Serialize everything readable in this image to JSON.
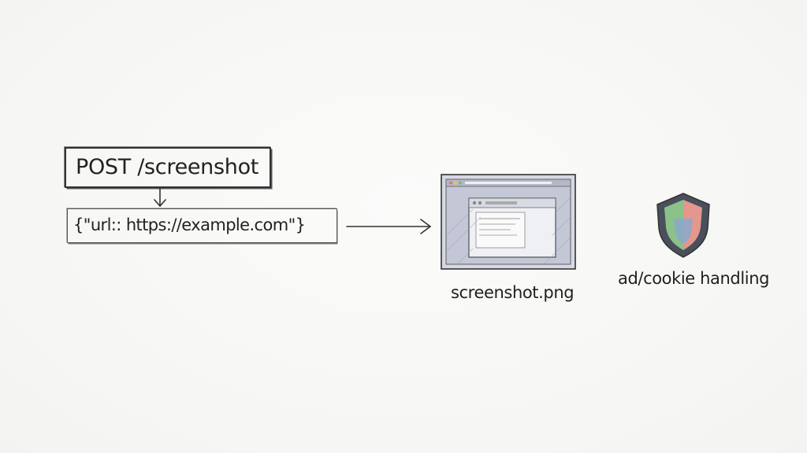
{
  "request": {
    "method_path": "POST /screenshot"
  },
  "payload": {
    "body": "{\"url:: https://example.com\"}"
  },
  "output": {
    "label": "screenshot.png"
  },
  "feature": {
    "label": "ad/cookie handling"
  },
  "icons": {
    "down_arrow": "arrow-down-icon",
    "right_arrow": "arrow-right-icon",
    "screenshot": "browser-window-icon",
    "shield": "shield-icon"
  },
  "colors": {
    "ink": "#222222",
    "window_frame": "#c9ccd8",
    "shield_green": "#8ac28a",
    "shield_red": "#e4978c",
    "shield_blue": "#8aa8cc",
    "shield_dark": "#4a4f5c"
  }
}
